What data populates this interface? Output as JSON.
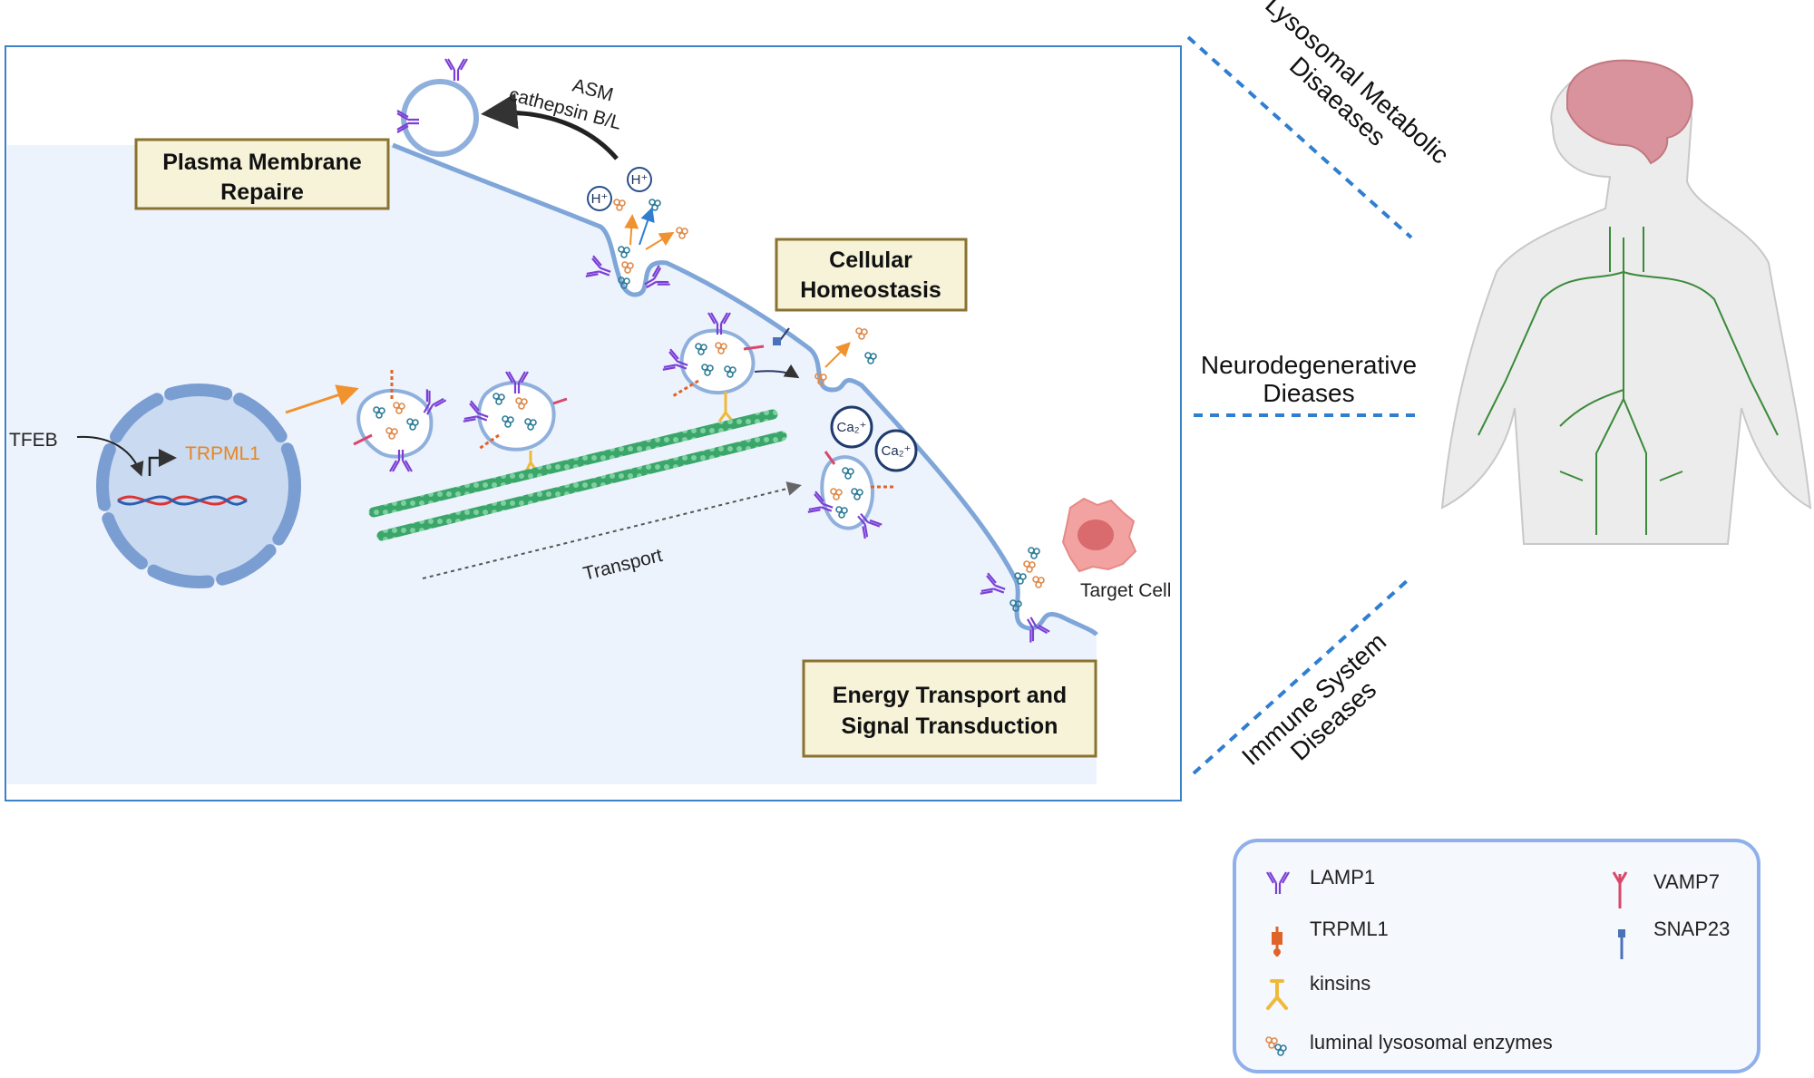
{
  "panel": {
    "boxes": {
      "plasma_membrane_repair": [
        "Plasma Membrane",
        "Repaire"
      ],
      "cellular_homeostasis": [
        "Cellular",
        "Homeostasis"
      ],
      "energy_transport": [
        "Energy Transport and",
        "Signal Transduction"
      ]
    },
    "annotations": {
      "asm": "ASM",
      "cathepsin": "cathepsin B/L",
      "h_plus": "H⁺",
      "tfeb": "TFEB",
      "trpml1": "TRPML1",
      "transport": "Transport",
      "calcium": "Ca₂⁺",
      "target_cell": "Target Cell"
    }
  },
  "diseases": {
    "lysosomal": [
      "Lysosomal Metabolic",
      "Disaeases"
    ],
    "neurodegenerative": [
      "Neurodegenerative",
      "Dieases"
    ],
    "immune": [
      "Immune System",
      "Diseases"
    ]
  },
  "legend": {
    "items": [
      {
        "label": "LAMP1",
        "icon": "lamp1-icon"
      },
      {
        "label": "TRPML1",
        "icon": "trpml1-icon"
      },
      {
        "label": "kinsins",
        "icon": "kinesin-icon"
      },
      {
        "label": "luminal lysosomal enzymes",
        "icon": "enzyme-icon"
      },
      {
        "label": "VAMP7",
        "icon": "vamp7-icon"
      },
      {
        "label": "SNAP23",
        "icon": "snap23-icon"
      }
    ]
  },
  "colors": {
    "frame": "#3b82c8",
    "cell_fill": "#edf3fc",
    "membrane": "#7fa6d8",
    "box_fill": "#f6f3d9",
    "box_border": "#8a7330",
    "dashed_line": "#2f7ed0",
    "lamp1": "#7b3fd6",
    "trpml1": "#e0642a",
    "kinesin": "#f0b93a",
    "vamp7": "#d9476a",
    "snap23": "#4a72b8",
    "microtubule": "#3aa66a",
    "trpml1_text": "#e8861f",
    "brain": "#d9939c",
    "lymph": "#3a8a3a"
  }
}
